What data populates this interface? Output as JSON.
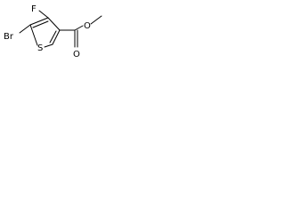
{
  "molecule": {
    "atoms": {
      "fluorine": "F",
      "bromine": "Br",
      "sulfur": "S",
      "carbonyl_oxygen": "O",
      "ester_oxygen": "O"
    }
  }
}
